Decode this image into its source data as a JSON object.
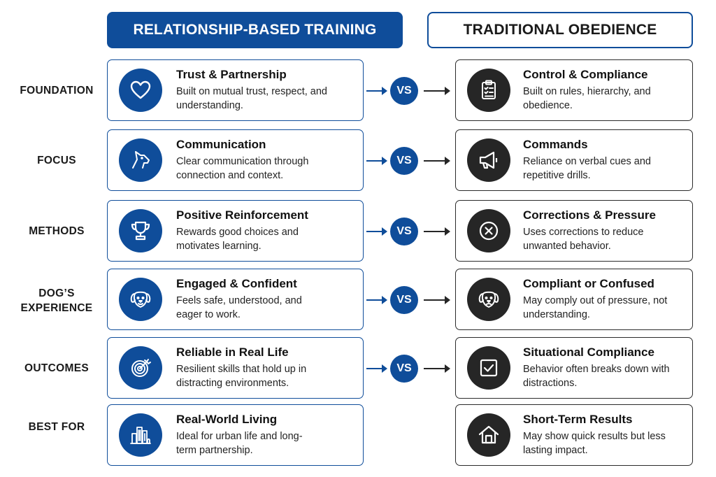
{
  "headers": {
    "left": "RELATIONSHIP-BASED TRAINING",
    "right": "TRADITIONAL OBEDIENCE"
  },
  "vs_label": "VS",
  "colors": {
    "accent": "#0f4d9a",
    "dark": "#262626"
  },
  "rows": [
    {
      "label": "FOUNDATION",
      "left": {
        "title": "Trust & Partnership",
        "desc": "Built on mutual trust, respect, and understanding.",
        "icon": "heart-icon"
      },
      "right": {
        "title": "Control & Compliance",
        "desc": "Built on rules, hierarchy, and obedience.",
        "icon": "clipboard-checklist-icon"
      }
    },
    {
      "label": "FOCUS",
      "left": {
        "title": "Communication",
        "desc": "Clear communication through connection and context.",
        "icon": "dog-profile-icon"
      },
      "right": {
        "title": "Commands",
        "desc": "Reliance on verbal cues and repetitive drills.",
        "icon": "megaphone-icon"
      }
    },
    {
      "label": "METHODS",
      "left": {
        "title": "Positive Reinforcement",
        "desc": "Rewards good choices and motivates learning.",
        "icon": "trophy-icon"
      },
      "right": {
        "title": "Corrections & Pressure",
        "desc": "Uses corrections to reduce unwanted behavior.",
        "icon": "x-circle-icon"
      }
    },
    {
      "label": "DOG’S EXPERIENCE",
      "left": {
        "title": "Engaged & Confident",
        "desc": "Feels safe, understood, and eager to work.",
        "icon": "happy-dog-icon"
      },
      "right": {
        "title": "Compliant or Confused",
        "desc": "May comply out of pressure, not understanding.",
        "icon": "confused-dog-icon"
      }
    },
    {
      "label": "OUTCOMES",
      "left": {
        "title": "Reliable in Real Life",
        "desc": "Resilient skills that hold up in distracting environments.",
        "icon": "target-icon"
      },
      "right": {
        "title": "Situational Compliance",
        "desc": "Behavior often breaks down with distractions.",
        "icon": "checkbox-icon"
      }
    },
    {
      "label": "BEST FOR",
      "left": {
        "title": "Real-World Living",
        "desc": "Ideal for urban life and long-term partnership.",
        "icon": "city-icon"
      },
      "right": {
        "title": "Short-Term Results",
        "desc": "May show quick results but less lasting impact.",
        "icon": "house-icon"
      }
    }
  ]
}
